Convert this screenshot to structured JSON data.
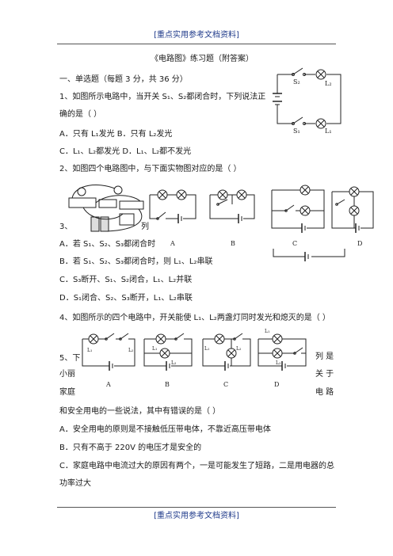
{
  "header": "[重点实用参考文档资料]",
  "footer": "[重点实用参考文档资料]",
  "title": "《电路图》练习题（附答案）",
  "section": "一、单选题（每题 3 分，共 36 分）",
  "q1": {
    "stem1": "1、如图所示电路中，当开关 S₁、S₂都闭合时，下列说法正",
    "stem2": "确的是（ ）",
    "optAB": "A．只有 L₁发光 B．只有 L₂发光",
    "optCD": "C．L₁、L₂都发光 D．L₁、L₂都不发光",
    "fig": {
      "s2": "S₂",
      "l2": "L₂",
      "s1": "S₁",
      "l1": "L₁"
    }
  },
  "q2": {
    "stem": "2、如图四个电路图中，与下面实物图对应的是（ ）"
  },
  "q2fig": {
    "a": "A",
    "b": "B",
    "c": "C",
    "d": "D"
  },
  "q3": {
    "stem": "3、",
    "stemTail": "列",
    "optA": "A．若 S₁、S₂、S₃都闭合时",
    "optB": "B．若 S₁、S₂、S₃都闭合时，则 L₁、L₂串联",
    "optC": "C．S₃断开、S₁、S₂闭合，L₁、L₂并联",
    "optD": "D．S₁闭合、S₂、S₃断开，L₁、L₂串联"
  },
  "q4": {
    "stem": "4、如图所示的四个电路中，开关能使 L₁、L₂两盏灯同时发光和熄灭的是（ ）"
  },
  "q4fig": {
    "a": "A",
    "b": "B",
    "c": "C",
    "d": "D",
    "aL1": "L₁",
    "aL2": "L₂",
    "bL1": "L₁",
    "bL2": "L₂",
    "cL1": "L₁",
    "cL2": "L₂",
    "dL1": "L₁",
    "dL2": "L₂"
  },
  "q5": {
    "left1": "5、下",
    "left2": "小丽",
    "left3": "家庭",
    "right1": "列 是",
    "right2": "关 于",
    "right3": "电 路",
    "stem": "和安全用电的一些说法，其中有错误的是（ ）",
    "optA": "A．安全用电的原则是不接触低压带电体，不靠近高压带电体",
    "optB": "B．只有不高于 220V 的电压才是安全的",
    "optC1": "C．家庭电路中电流过大的原因有两个，一是可能发生了短路，二是用电器的总",
    "optC2": "功率过大"
  }
}
